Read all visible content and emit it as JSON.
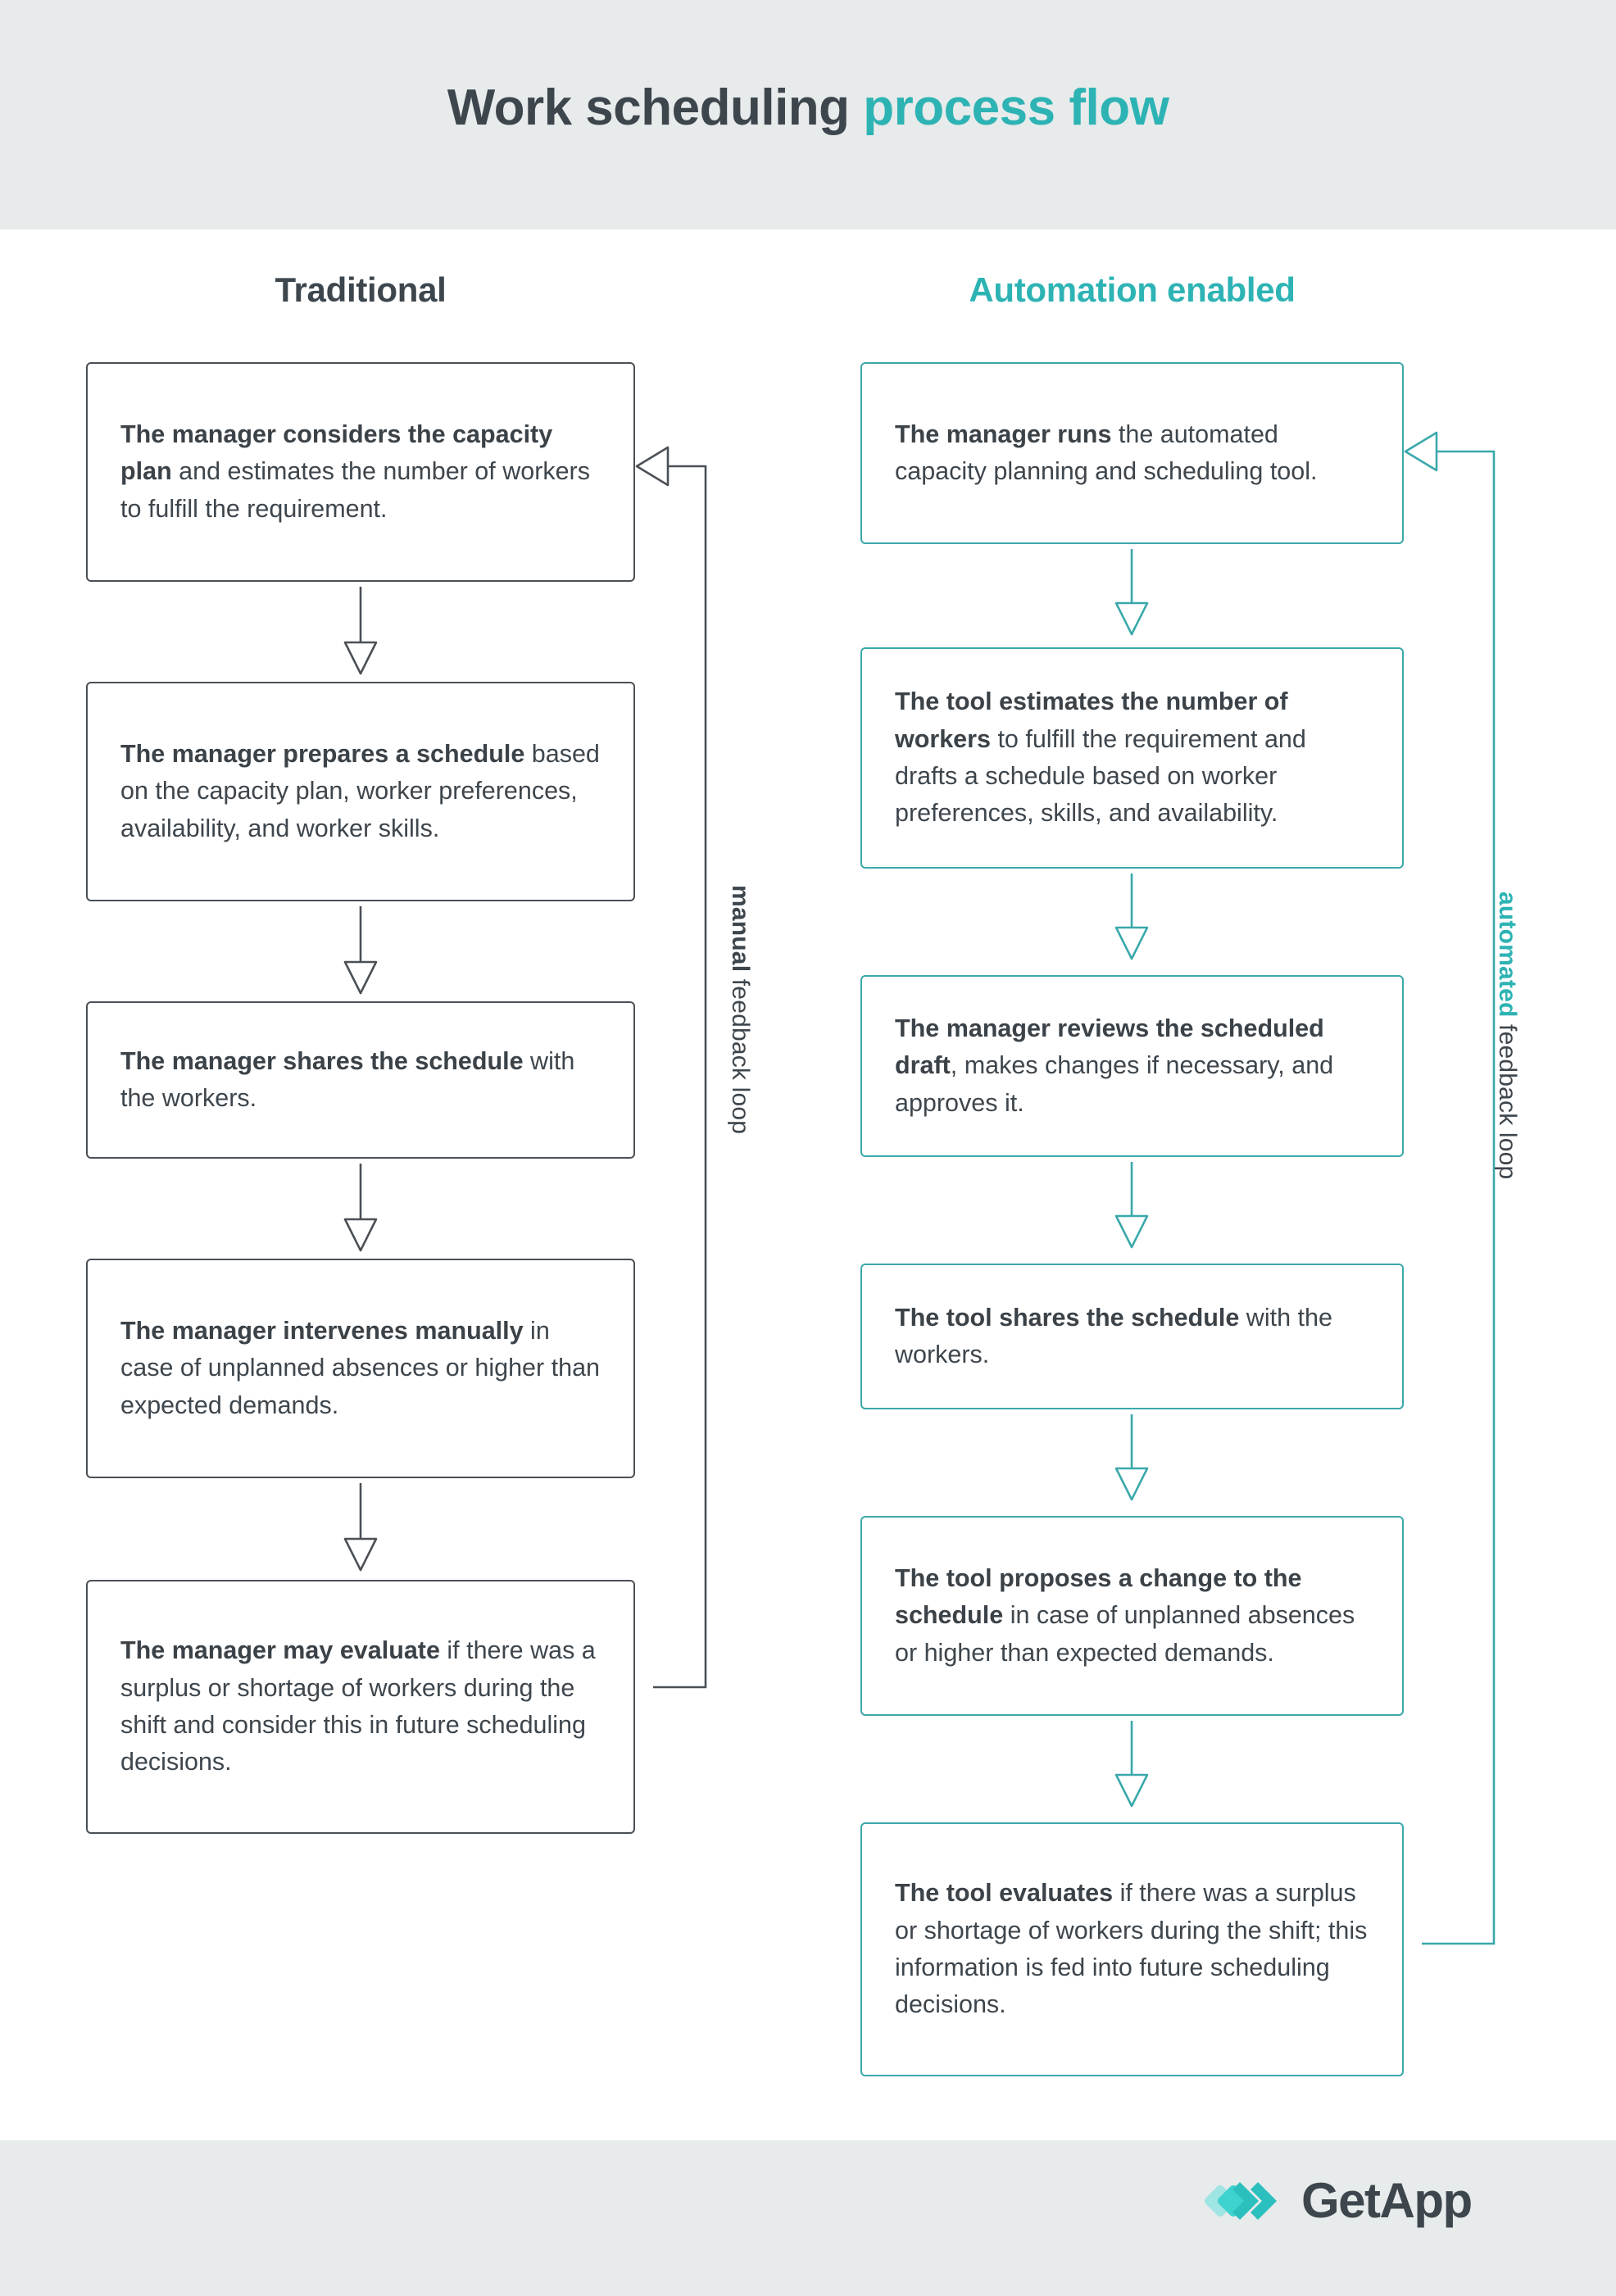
{
  "title": {
    "main": "Work scheduling",
    "accent": "process flow"
  },
  "colors": {
    "band": "#e8ebeb",
    "dark": "#3e464d",
    "teal": "#2eb3b4",
    "teal_border": "#3aa8ab",
    "dark_border": "#4a5056"
  },
  "columns": [
    {
      "id": "traditional",
      "header": "Traditional",
      "accent": false,
      "loop": {
        "bold": "manual",
        "rest": " feedback loop"
      },
      "steps": [
        {
          "bold": "The manager considers the capacity plan",
          "rest": " and estimates the number of workers to fulfill the requirement."
        },
        {
          "bold": "The manager prepares a schedule",
          "rest": " based on the capacity plan, worker preferences, availability, and worker skills."
        },
        {
          "bold": "The manager shares the schedule",
          "rest": " with the workers."
        },
        {
          "bold": "The manager intervenes manually",
          "rest": " in case of unplanned absences or higher than expected demands."
        },
        {
          "bold": "The manager may evaluate",
          "rest": " if there was a surplus or shortage of workers during the shift and consider this in future scheduling decisions."
        }
      ]
    },
    {
      "id": "automation-enabled",
      "header": "Automation enabled",
      "accent": true,
      "loop": {
        "bold": "automated",
        "rest": " feedback loop"
      },
      "steps": [
        {
          "bold": "The manager runs",
          "rest": " the automated capacity planning and scheduling tool."
        },
        {
          "bold": "The tool estimates the number of workers",
          "rest": " to fulfill the requirement and drafts a schedule based on worker preferences, skills, and availability."
        },
        {
          "bold": "The manager reviews the scheduled draft",
          "rest": ", makes changes if necessary, and approves it."
        },
        {
          "bold": "The tool shares the schedule",
          "rest": " with the workers."
        },
        {
          "bold": "The tool proposes a change to the schedule",
          "rest": " in case of unplanned absences or higher than expected demands."
        },
        {
          "bold": "The tool evaluates",
          "rest": " if there was a surplus or shortage of workers during the shift; this information is fed into future scheduling decisions."
        }
      ]
    }
  ],
  "footer": {
    "brand_name": "GetApp",
    "brand_mark": "chevrons-icon"
  }
}
